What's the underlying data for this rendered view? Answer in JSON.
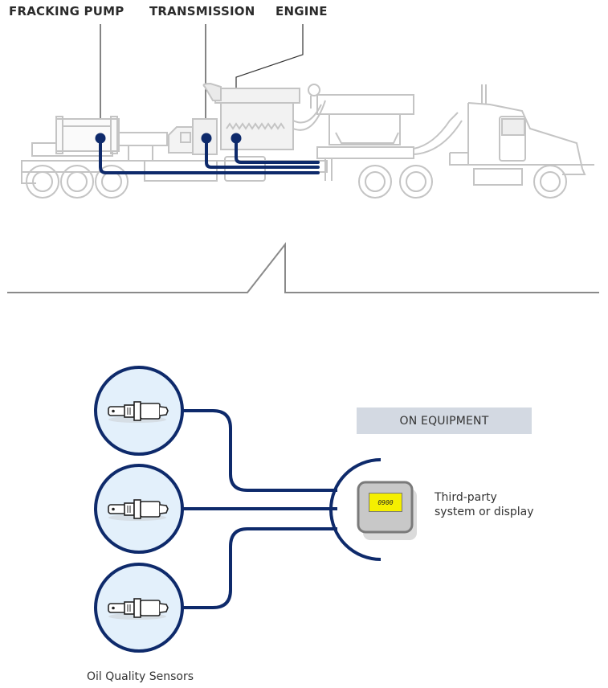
{
  "labels": {
    "fracking_pump": "FRACKING PUMP",
    "transmission": "TRANSMISSION",
    "engine": "ENGINE"
  },
  "badge": {
    "on_equipment": "ON EQUIPMENT"
  },
  "display": {
    "screen_value": "0900",
    "line1": "Third-party",
    "line2": "system or display"
  },
  "caption": "Oil Quality Sensors",
  "colors": {
    "cable": "#0e2a6b",
    "truck_outline": "#c8c8c8",
    "sensor_circle_fill": "#e3f0fb",
    "badge_bg": "#d3d9e2",
    "screen": "#f5ef00"
  }
}
